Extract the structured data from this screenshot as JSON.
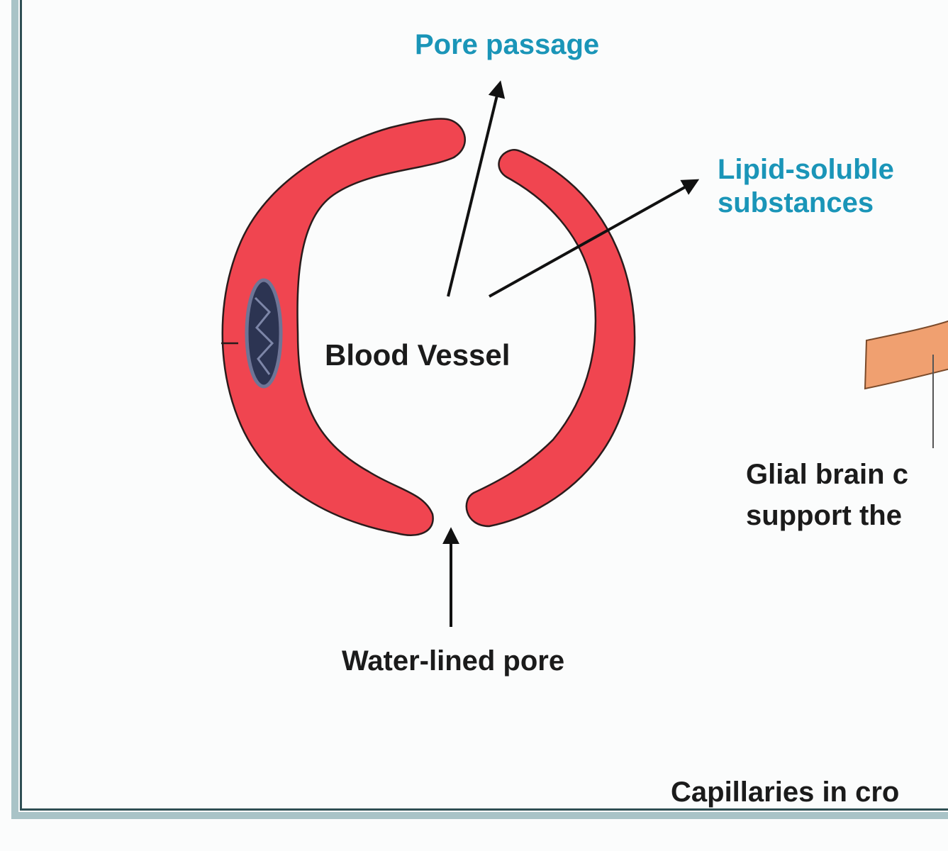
{
  "labels": {
    "pore_passage": "Pore passage",
    "lipid_soluble": "Lipid-soluble\nsubstances",
    "blood_vessel": "Blood Vessel",
    "water_lined_pore": "Water-lined pore",
    "glial_cells": "Glial brain c\nsupport the",
    "caption": "Capillaries in cro"
  },
  "colors": {
    "vessel_wall": "#f04550",
    "nucleus": "#2c3452",
    "glial_cell": "#f0a070",
    "label_blue": "#1a95b8",
    "label_dark": "#1b1b1b",
    "frame_border": "#2f4f54"
  }
}
